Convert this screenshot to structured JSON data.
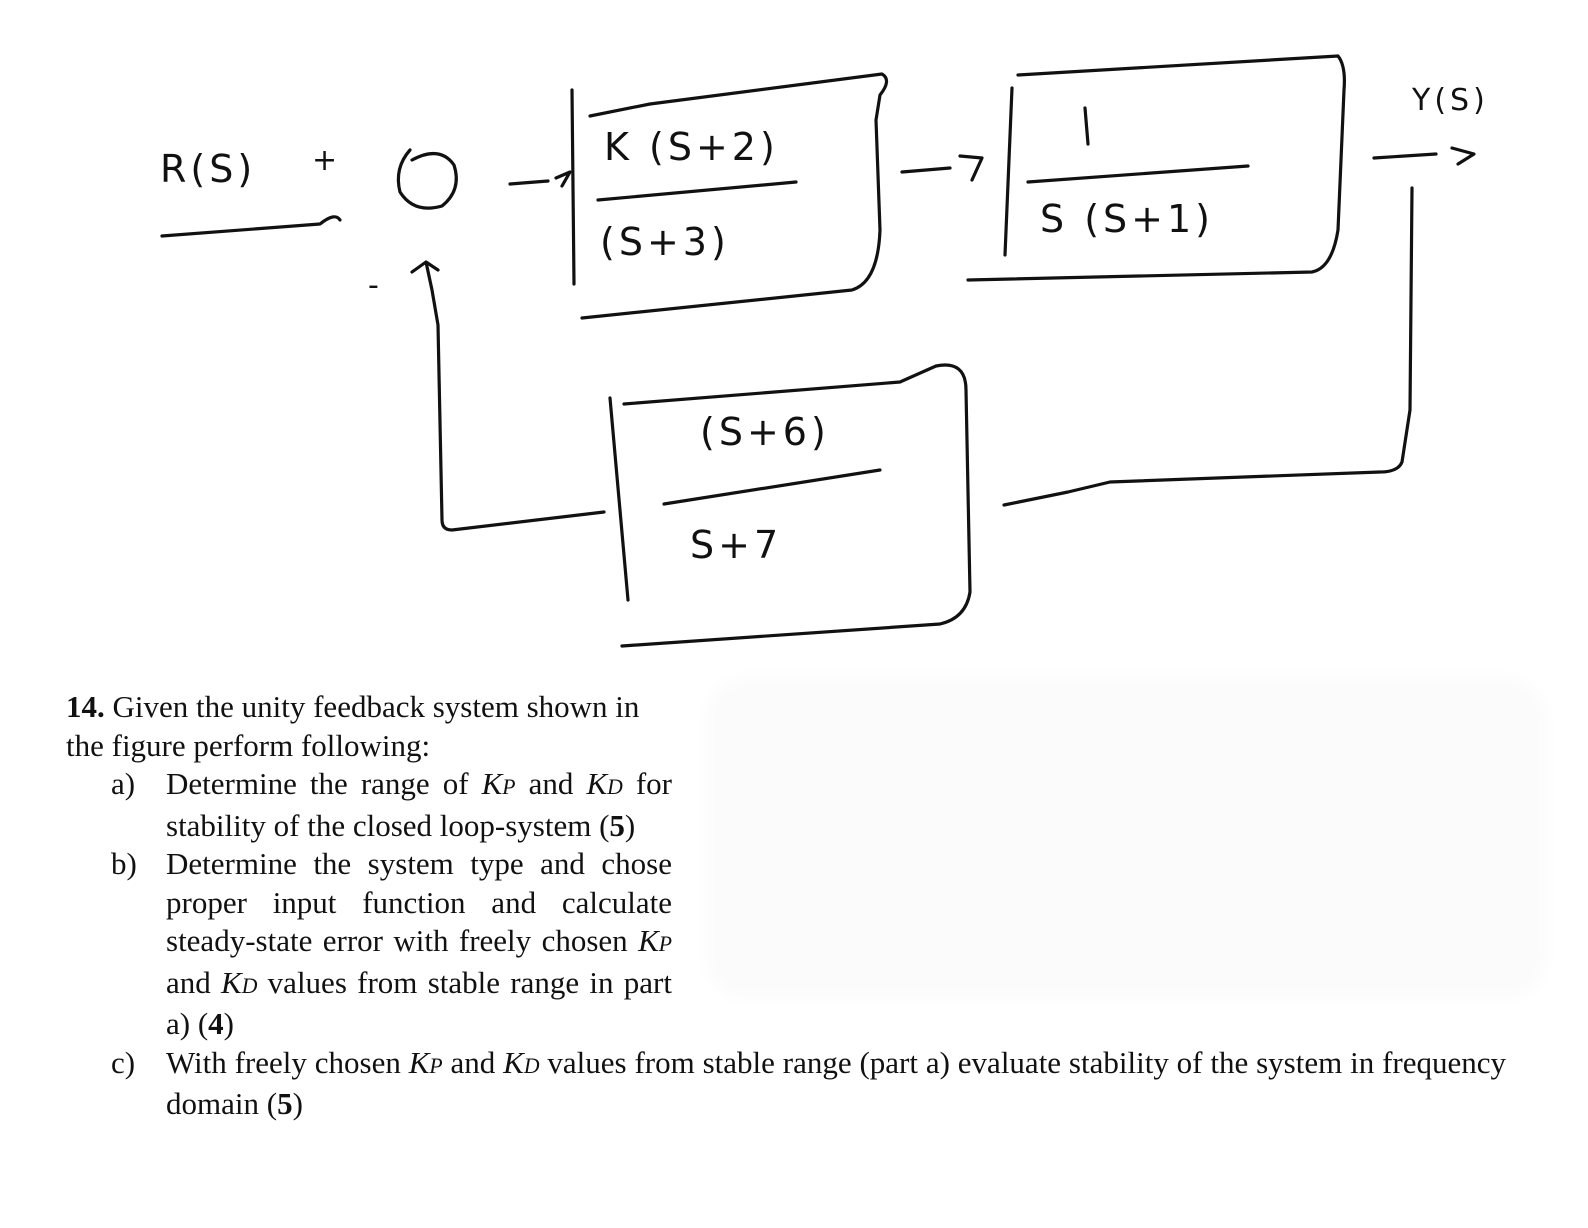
{
  "diagram": {
    "input_label": "R(S)",
    "summing_plus": "+",
    "summing_minus": "-",
    "forward_block_1": {
      "numerator": "K (S+2)",
      "denominator": "(S+3)"
    },
    "forward_block_2": {
      "numerator": "1",
      "denominator": "S (S+1)"
    },
    "feedback_block": {
      "numerator": "(S+6)",
      "denominator": "S+7"
    },
    "output_label": "Y(S)"
  },
  "problem": {
    "number": "14.",
    "intro": "Given the unity feedback system shown in the figure perform following:",
    "parts": [
      {
        "label": "a)",
        "t1": "Determine the range of ",
        "k1": "K",
        "s1": "P",
        "t2": " and ",
        "k2": "K",
        "s2": "D",
        "t3": " for stability of the closed loop-system ",
        "points": "5"
      },
      {
        "label": "b)",
        "t1": "Determine the system type and chose proper input function and calculate steady-state error with freely chosen ",
        "k1": "K",
        "s1": "P",
        "t2": " and ",
        "k2": "K",
        "s2": "D",
        "t3": " values from stable range in part a) ",
        "points": "4"
      },
      {
        "label": "c)",
        "t1": "With freely chosen ",
        "k1": "K",
        "s1": "P",
        "t2": " and ",
        "k2": "K",
        "s2": "D",
        "t3": " values from stable range (part a) evaluate stability of the system in frequency domain ",
        "points": "5"
      }
    ]
  }
}
